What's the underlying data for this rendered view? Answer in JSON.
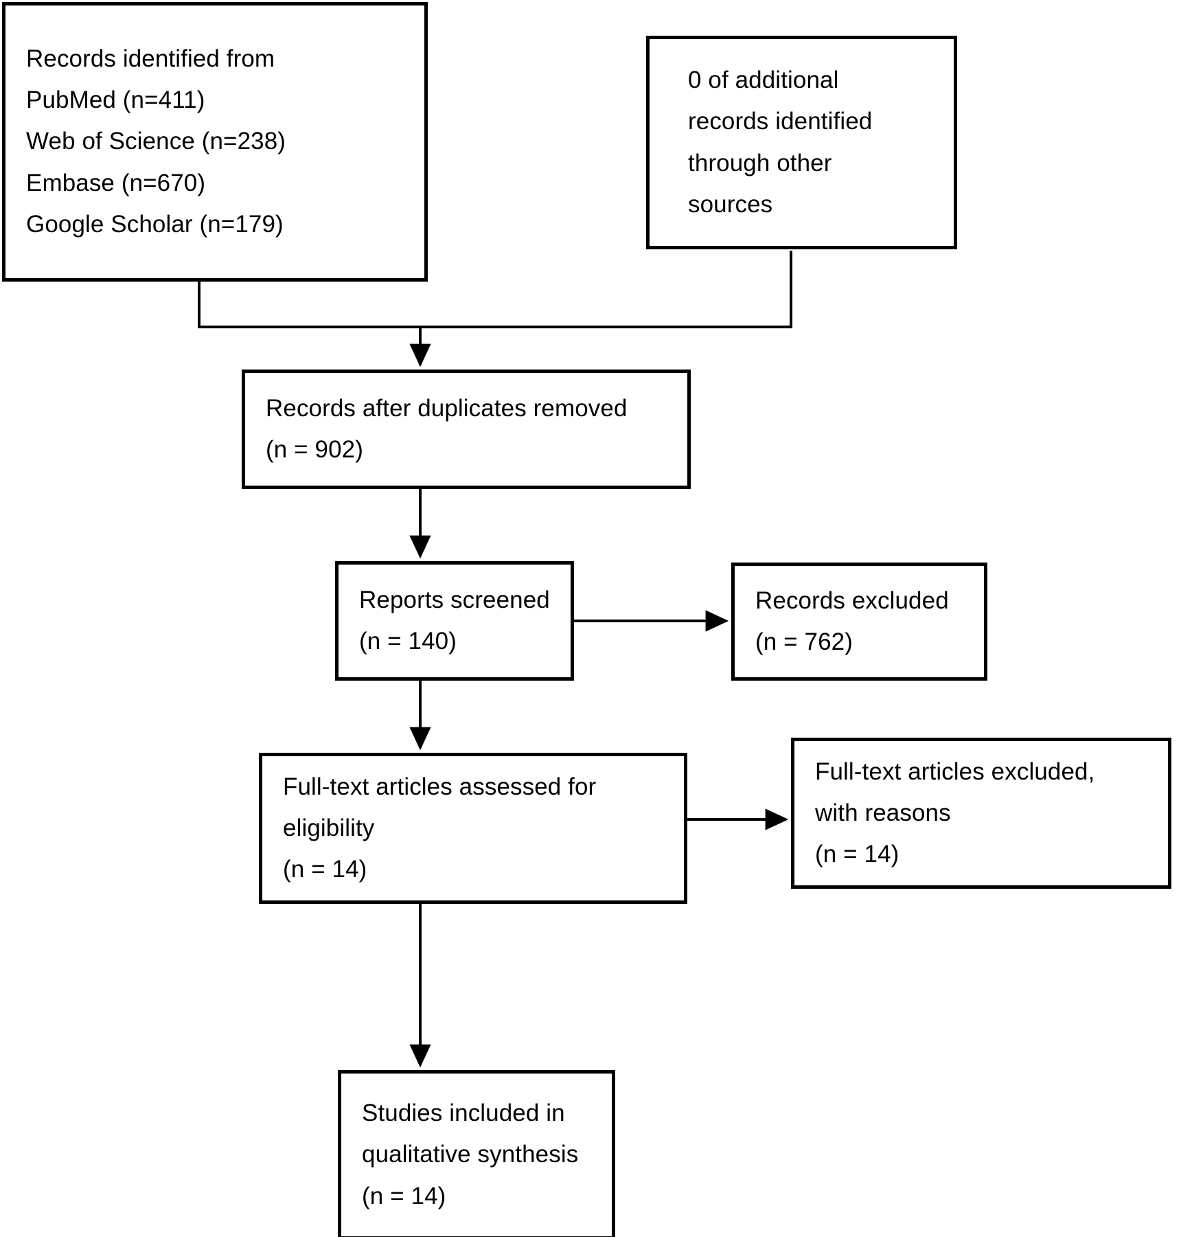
{
  "diagram": {
    "type": "prisma-flow-diagram",
    "title": "PRISMA study selection flow diagram",
    "stroke_color": "#000000",
    "background_color": "#ffffff",
    "nodes": [
      {
        "id": "identified",
        "name": "records-identified-box",
        "lines": [
          "Records identified from",
          "PubMed (n=411)",
          "Web of Science (n=238)",
          "Embase (n=670)",
          "Google Scholar (n=179)"
        ],
        "text": "Records identified from\nPubMed (n=411)\nWeb of Science (n=238)\nEmbase (n=670)\nGoogle Scholar (n=179)",
        "counts": {
          "PubMed": 411,
          "Web of Science": 238,
          "Embase": 670,
          "Google Scholar": 179
        }
      },
      {
        "id": "additional",
        "name": "additional-records-box",
        "lines": [
          "0 of additional",
          "records identified",
          "through other",
          "sources"
        ],
        "text": "0 of additional\nrecords identified\nthrough other\nsources",
        "count": 0
      },
      {
        "id": "duplicates",
        "name": "records-after-duplicates-box",
        "lines": [
          "Records after duplicates removed",
          "(n = 902)"
        ],
        "text": "Records after duplicates removed\n(n = 902)",
        "count": 902
      },
      {
        "id": "screened",
        "name": "reports-screened-box",
        "lines": [
          "Reports screened",
          "(n = 140)"
        ],
        "text": "Reports screened\n(n = 140)",
        "count": 140
      },
      {
        "id": "records-excluded",
        "name": "records-excluded-box",
        "lines": [
          "Records excluded",
          "(n = 762)"
        ],
        "text": "Records excluded\n(n = 762)",
        "count": 762
      },
      {
        "id": "fulltext",
        "name": "fulltext-assessed-box",
        "lines": [
          "Full-text articles assessed for",
          "eligibility",
          "(n = 14)"
        ],
        "text": "Full-text articles assessed for\neligibility\n(n = 14)",
        "count": 14
      },
      {
        "id": "fulltext-excluded",
        "name": "fulltext-excluded-box",
        "lines": [
          "Full-text articles excluded,",
          "with reasons",
          "(n = 14)"
        ],
        "text": "Full-text articles excluded,\nwith reasons\n(n = 14)",
        "count": 14
      },
      {
        "id": "included",
        "name": "studies-included-box",
        "lines": [
          "Studies included in",
          "qualitative synthesis",
          "(n = 14)"
        ],
        "text": "Studies included in\nqualitative synthesis\n(n = 14)",
        "count": 14
      }
    ],
    "edges": [
      {
        "from": "identified",
        "to": "duplicates",
        "style": "elbow-merge-arrow"
      },
      {
        "from": "additional",
        "to": "duplicates",
        "style": "elbow-merge-arrow"
      },
      {
        "from": "duplicates",
        "to": "screened",
        "style": "vertical-arrow"
      },
      {
        "from": "screened",
        "to": "records-excluded",
        "style": "horizontal-arrow"
      },
      {
        "from": "screened",
        "to": "fulltext",
        "style": "vertical-arrow"
      },
      {
        "from": "fulltext",
        "to": "fulltext-excluded",
        "style": "horizontal-arrow"
      },
      {
        "from": "fulltext",
        "to": "included",
        "style": "vertical-arrow"
      }
    ]
  }
}
